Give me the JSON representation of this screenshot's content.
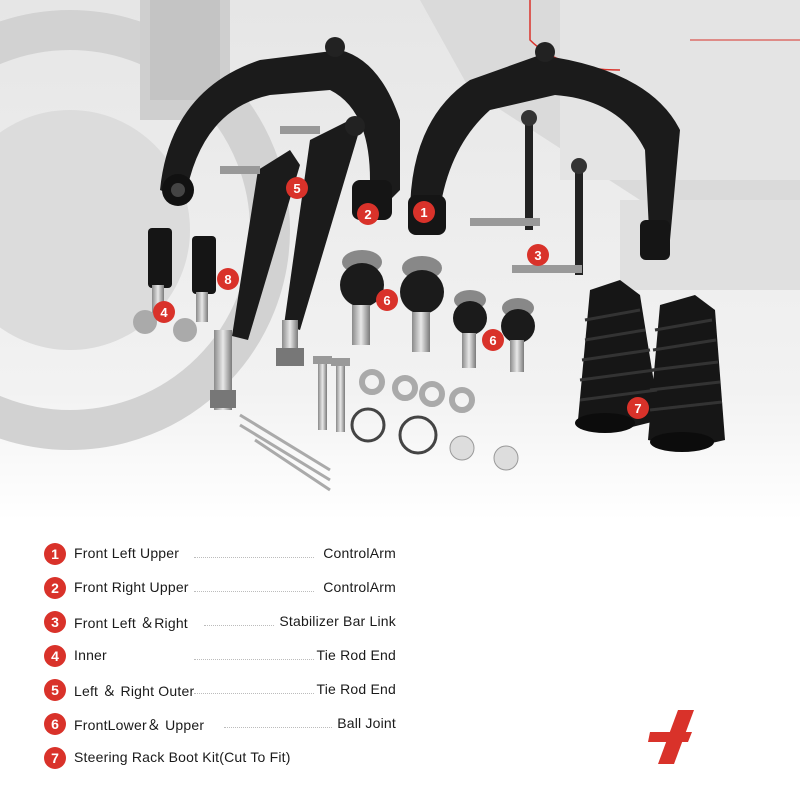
{
  "legend": [
    {
      "num": "1",
      "left": "Front Left Upper",
      "right": "ControlArm"
    },
    {
      "num": "2",
      "left": "Front Right Upper",
      "right": "ControlArm"
    },
    {
      "num": "3",
      "left": "Front Left ＆Right",
      "right": "Stabilizer Bar Link"
    },
    {
      "num": "4",
      "left": "Inner",
      "right": "Tie Rod End"
    },
    {
      "num": "5",
      "left": "Left ＆ Right Outer",
      "right": "Tie Rod End"
    },
    {
      "num": "6",
      "left": "FrontLower＆ Upper",
      "right": "Ball Joint"
    },
    {
      "num": "7",
      "left": "Steering Rack Boot Kit(Cut To Fit)",
      "right": ""
    }
  ],
  "photo_markers": [
    "1",
    "2",
    "3",
    "4",
    "5",
    "6",
    "6",
    "7",
    "8"
  ],
  "colors": {
    "accent": "#d9322a",
    "part": "#1b1b1b",
    "background": "#ffffff"
  },
  "logo": {
    "icon": "brand-logo-icon"
  }
}
